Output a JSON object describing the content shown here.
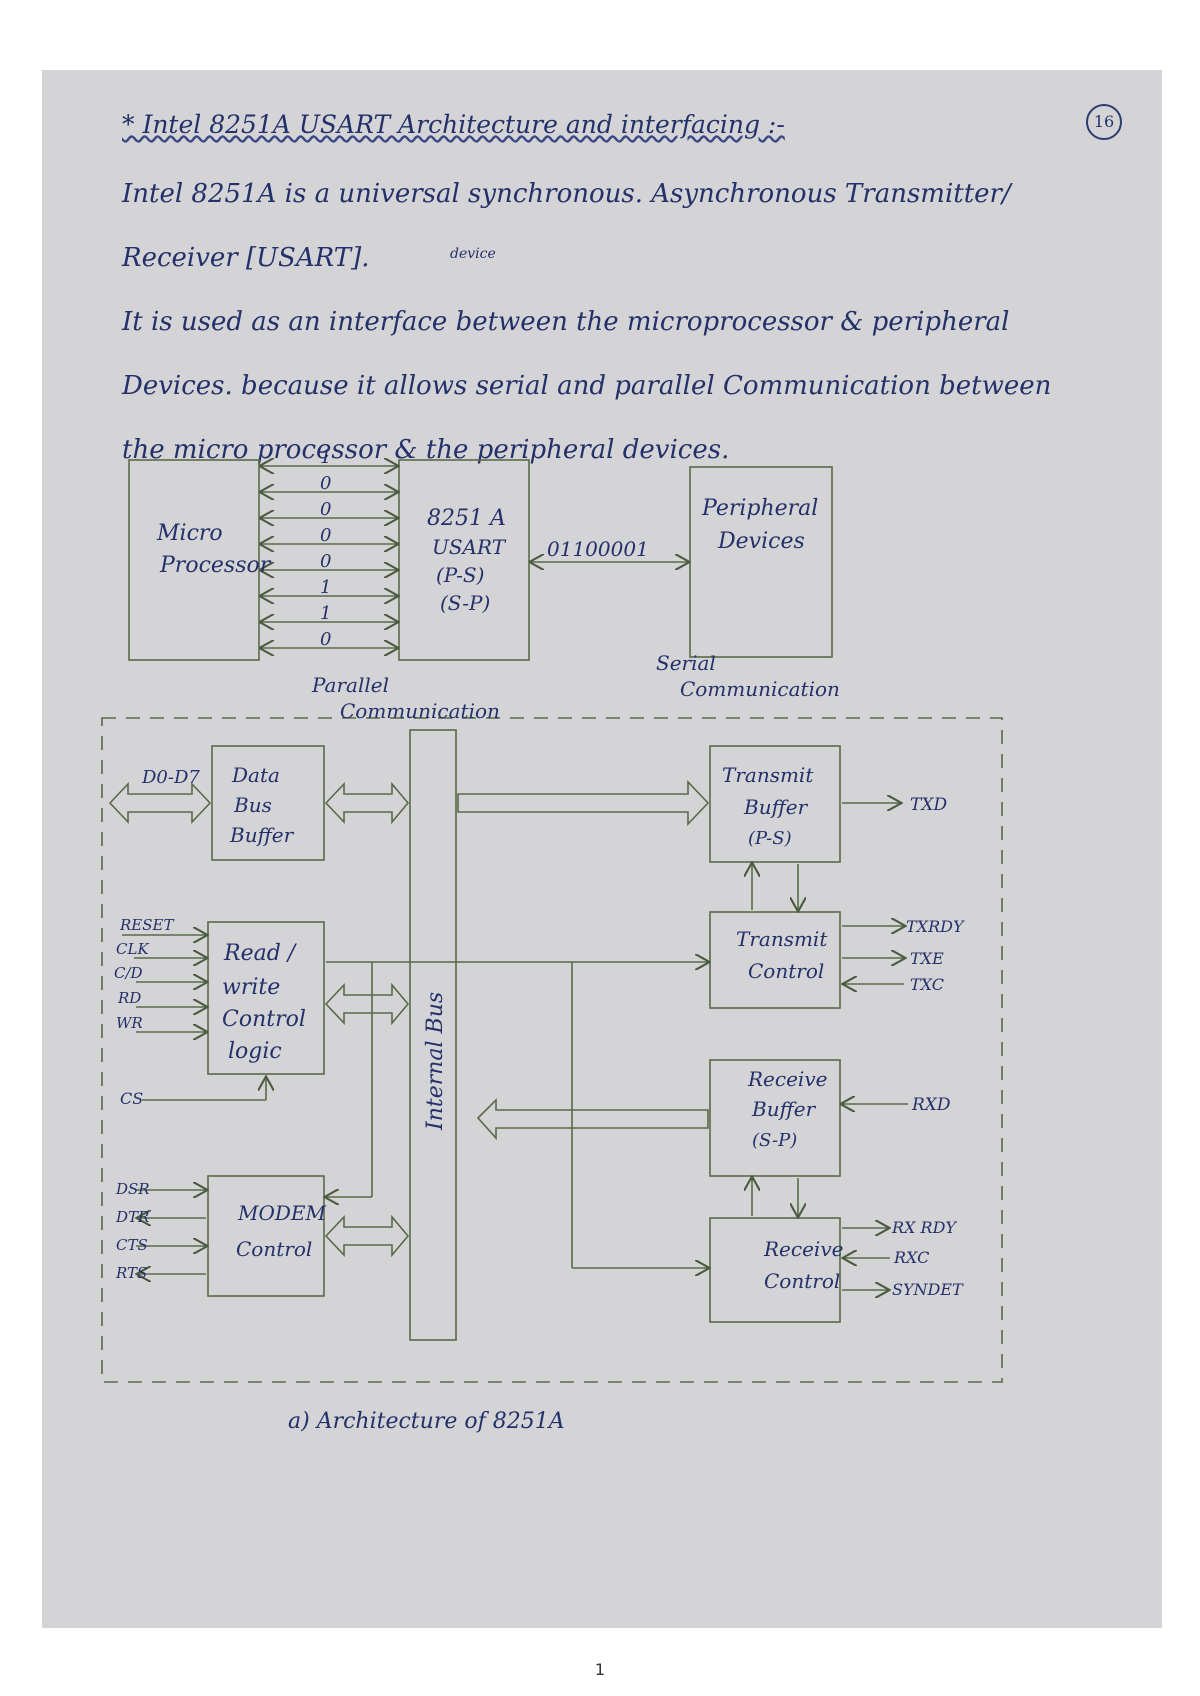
{
  "heading": "* Intel 8251A USART Architecture and interfacing :-",
  "page_number": "16",
  "paragraph": [
    "Intel 8251A is a universal synchronous. Asynchronous Transmitter/",
    "Receiver [USART].",
    "It is used as an interface between the microprocessor & peripheral",
    "Devices. because it allows serial and parallel Communication between",
    "the micro processor & the peripheral devices."
  ],
  "insert_note": "device",
  "interface_diagram": {
    "micro": [
      "Micro",
      "Processor"
    ],
    "usart": [
      "8251 A",
      "USART",
      "(P-S)",
      "(S-P)"
    ],
    "peripheral": [
      "Peripheral",
      "Devices"
    ],
    "bits": [
      "1",
      "0",
      "0",
      "0",
      "0",
      "1",
      "1",
      "0"
    ],
    "serial_bits": "01100001",
    "parallel_label": [
      "Parallel",
      "Communication"
    ],
    "serial_label": [
      "Serial",
      "Communication"
    ]
  },
  "architecture": {
    "dbus_in": "D0-D7",
    "data_bus_buffer": [
      "Data",
      "Bus",
      "Buffer"
    ],
    "rw_inputs": [
      "RESET",
      "CLK",
      "C/D",
      "RD",
      "WR"
    ],
    "rw_block": [
      "Read /",
      "write",
      "Control",
      "logic"
    ],
    "cs": "CS",
    "modem_inputs": [
      "DSR",
      "DTR",
      "CTS",
      "RTS"
    ],
    "modem_block": [
      "MODEM",
      "Control"
    ],
    "internal_bus": "Internal Bus",
    "transmit_buffer": [
      "Transmit",
      "Buffer",
      "(P-S)"
    ],
    "txd": "TXD",
    "transmit_control": [
      "Transmit",
      "Control"
    ],
    "tx_outputs": [
      "TXRDY",
      "TXE",
      "TXC"
    ],
    "receive_buffer": [
      "Receive",
      "Buffer",
      "(S-P)"
    ],
    "rxd": "RXD",
    "receive_control": [
      "Receive",
      "Control"
    ],
    "rx_outputs": [
      "RX RDY",
      "RXC",
      "SYNDET"
    ]
  },
  "caption": "a) Architecture of 8251A",
  "footer_page": "1"
}
